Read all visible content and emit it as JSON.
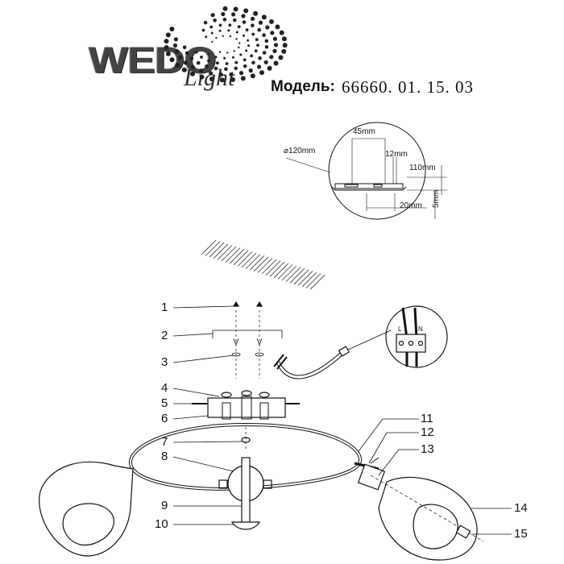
{
  "header": {
    "logo_wedo": "WEDO",
    "logo_light": "Light",
    "model_label": "Модель:",
    "model_number": "66660. 01. 15. 03"
  },
  "dimensions": {
    "diameter": "⌀120mm",
    "width_45": "45mm",
    "width_12": "12mm",
    "width_110": "110mm",
    "width_20": "20mm",
    "height_5": "5mm"
  },
  "terminal_labels": {
    "l": "L",
    "n": "N"
  },
  "part_numbers": [
    "1",
    "2",
    "3",
    "4",
    "5",
    "6",
    "7",
    "8",
    "9",
    "10",
    "11",
    "12",
    "13",
    "14",
    "15"
  ],
  "colors": {
    "line": "#111111",
    "logo": "#444444"
  }
}
